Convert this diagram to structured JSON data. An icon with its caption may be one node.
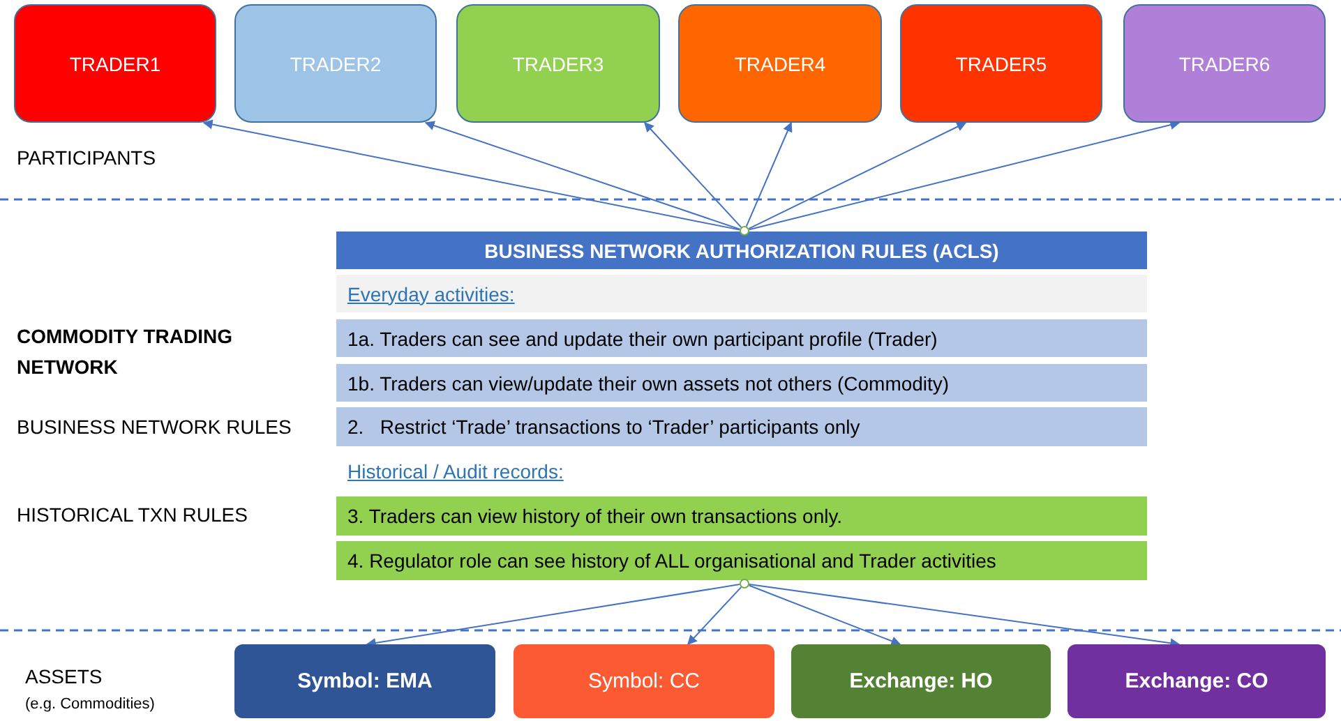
{
  "diagram": {
    "nodes": [
      {
        "text": [
          "TRADER1"
        ]
      },
      {
        "text": [
          "TRADER2"
        ]
      },
      {
        "text": [
          "TRADER3"
        ]
      },
      {
        "text": [
          "TRADER4"
        ]
      },
      {
        "text": [
          "TRADER5"
        ]
      },
      {
        "text": [
          "TRADER6"
        ]
      },
      {
        "text": [
          "BUSINESS NETWORK AUTHORIZATION RULES (ACLS)"
        ]
      },
      {
        "text": [
          "Everyday activities:"
        ]
      },
      {
        "text": [
          "1a. Traders can see and update their own participant profile (Trader)"
        ]
      },
      {
        "text": [
          "1b. Traders can view/update their own assets not others (Commodity)"
        ]
      },
      {
        "text": [
          "2.   Restrict ‘Trade’ transactions to ‘Trader’ participants only"
        ]
      },
      {
        "text": [
          "Historical / Audit records:"
        ]
      },
      {
        "text": [
          "3. Traders can view history of their own transactions only."
        ]
      },
      {
        "text": [
          "4. Regulator role can see history of ALL organisational and Trader activities"
        ]
      },
      {
        "text": [],
        "shape": "circle"
      },
      {
        "text": [],
        "shape": "circle"
      },
      {
        "text": [
          "Symbol: EMA"
        ]
      },
      {
        "text": [
          "Symbol: CC"
        ]
      },
      {
        "text": [
          "Exchange: HO"
        ]
      },
      {
        "text": [
          "Exchange: CO"
        ]
      }
    ],
    "edges": [
      {
        "from": 14,
        "to": 0,
        "arrow": "to"
      },
      {
        "from": 14,
        "to": 1,
        "arrow": "to"
      },
      {
        "from": 14,
        "to": 2,
        "arrow": "to"
      },
      {
        "from": 14,
        "to": 3,
        "arrow": "to"
      },
      {
        "from": 14,
        "to": 4,
        "arrow": "to"
      },
      {
        "from": 14,
        "to": 5,
        "arrow": "to"
      },
      {
        "from": 15,
        "to": 16,
        "arrow": "to"
      },
      {
        "from": 15,
        "to": 17,
        "arrow": "to"
      },
      {
        "from": 15,
        "to": 18,
        "arrow": "to"
      },
      {
        "from": 15,
        "to": 19,
        "arrow": "to"
      }
    ],
    "labels": [
      "PARTICIPANTS",
      "COMMODITY TRADING NETWORK",
      "BUSINESS NETWORK RULES",
      "HISTORICAL TXN RULES",
      "ASSETS",
      "(e.g. Commodities)"
    ]
  }
}
